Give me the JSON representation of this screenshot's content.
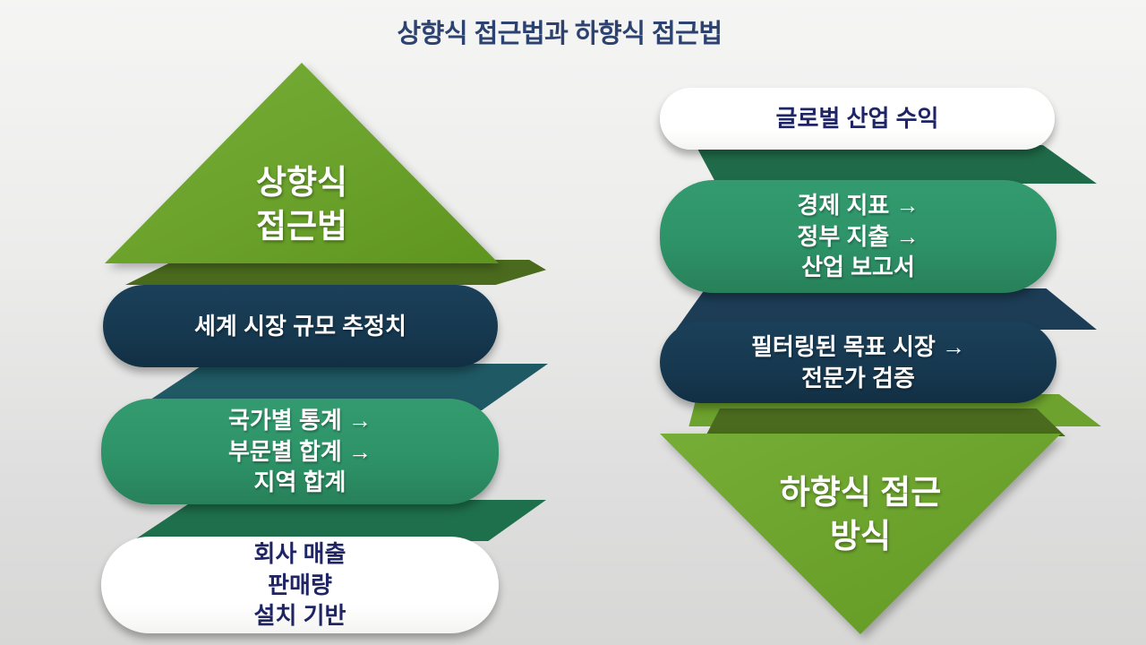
{
  "title": "상향식 접근법과 하향식 접근법",
  "left": {
    "name": "bottom-up-approach",
    "triangle_label": [
      "상향식",
      "접근법"
    ],
    "steps": [
      {
        "lines": [
          "세계 시장 규모 추정치"
        ]
      },
      {
        "lines": [
          "국가별 통계 →",
          "부문별 합계 →",
          "지역 합계"
        ]
      },
      {
        "lines": [
          "회사 매출",
          "판매량",
          "설치 기반"
        ]
      }
    ]
  },
  "right": {
    "name": "top-down-approach",
    "steps": [
      {
        "lines": [
          "글로벌 산업 수익"
        ]
      },
      {
        "lines": [
          "경제 지표 →",
          "정부 지출 →",
          "산업 보고서"
        ]
      },
      {
        "lines": [
          "필터링된 목표 시장 →",
          "전문가 검증"
        ]
      }
    ],
    "triangle_label": [
      "하향식 접근",
      "방식"
    ]
  },
  "colors": {
    "light_green": "#6CA22D",
    "olive_band": "#4A6B1E",
    "navy": "#16384F",
    "teal_band": "#1F5964",
    "emerald": "#2E9368",
    "dark_emerald_band": "#1F6B49",
    "navy_band": "#1C3D55",
    "white": "#FFFFFF",
    "title_text": "#2C4270",
    "navy_text": "#1E2464"
  }
}
